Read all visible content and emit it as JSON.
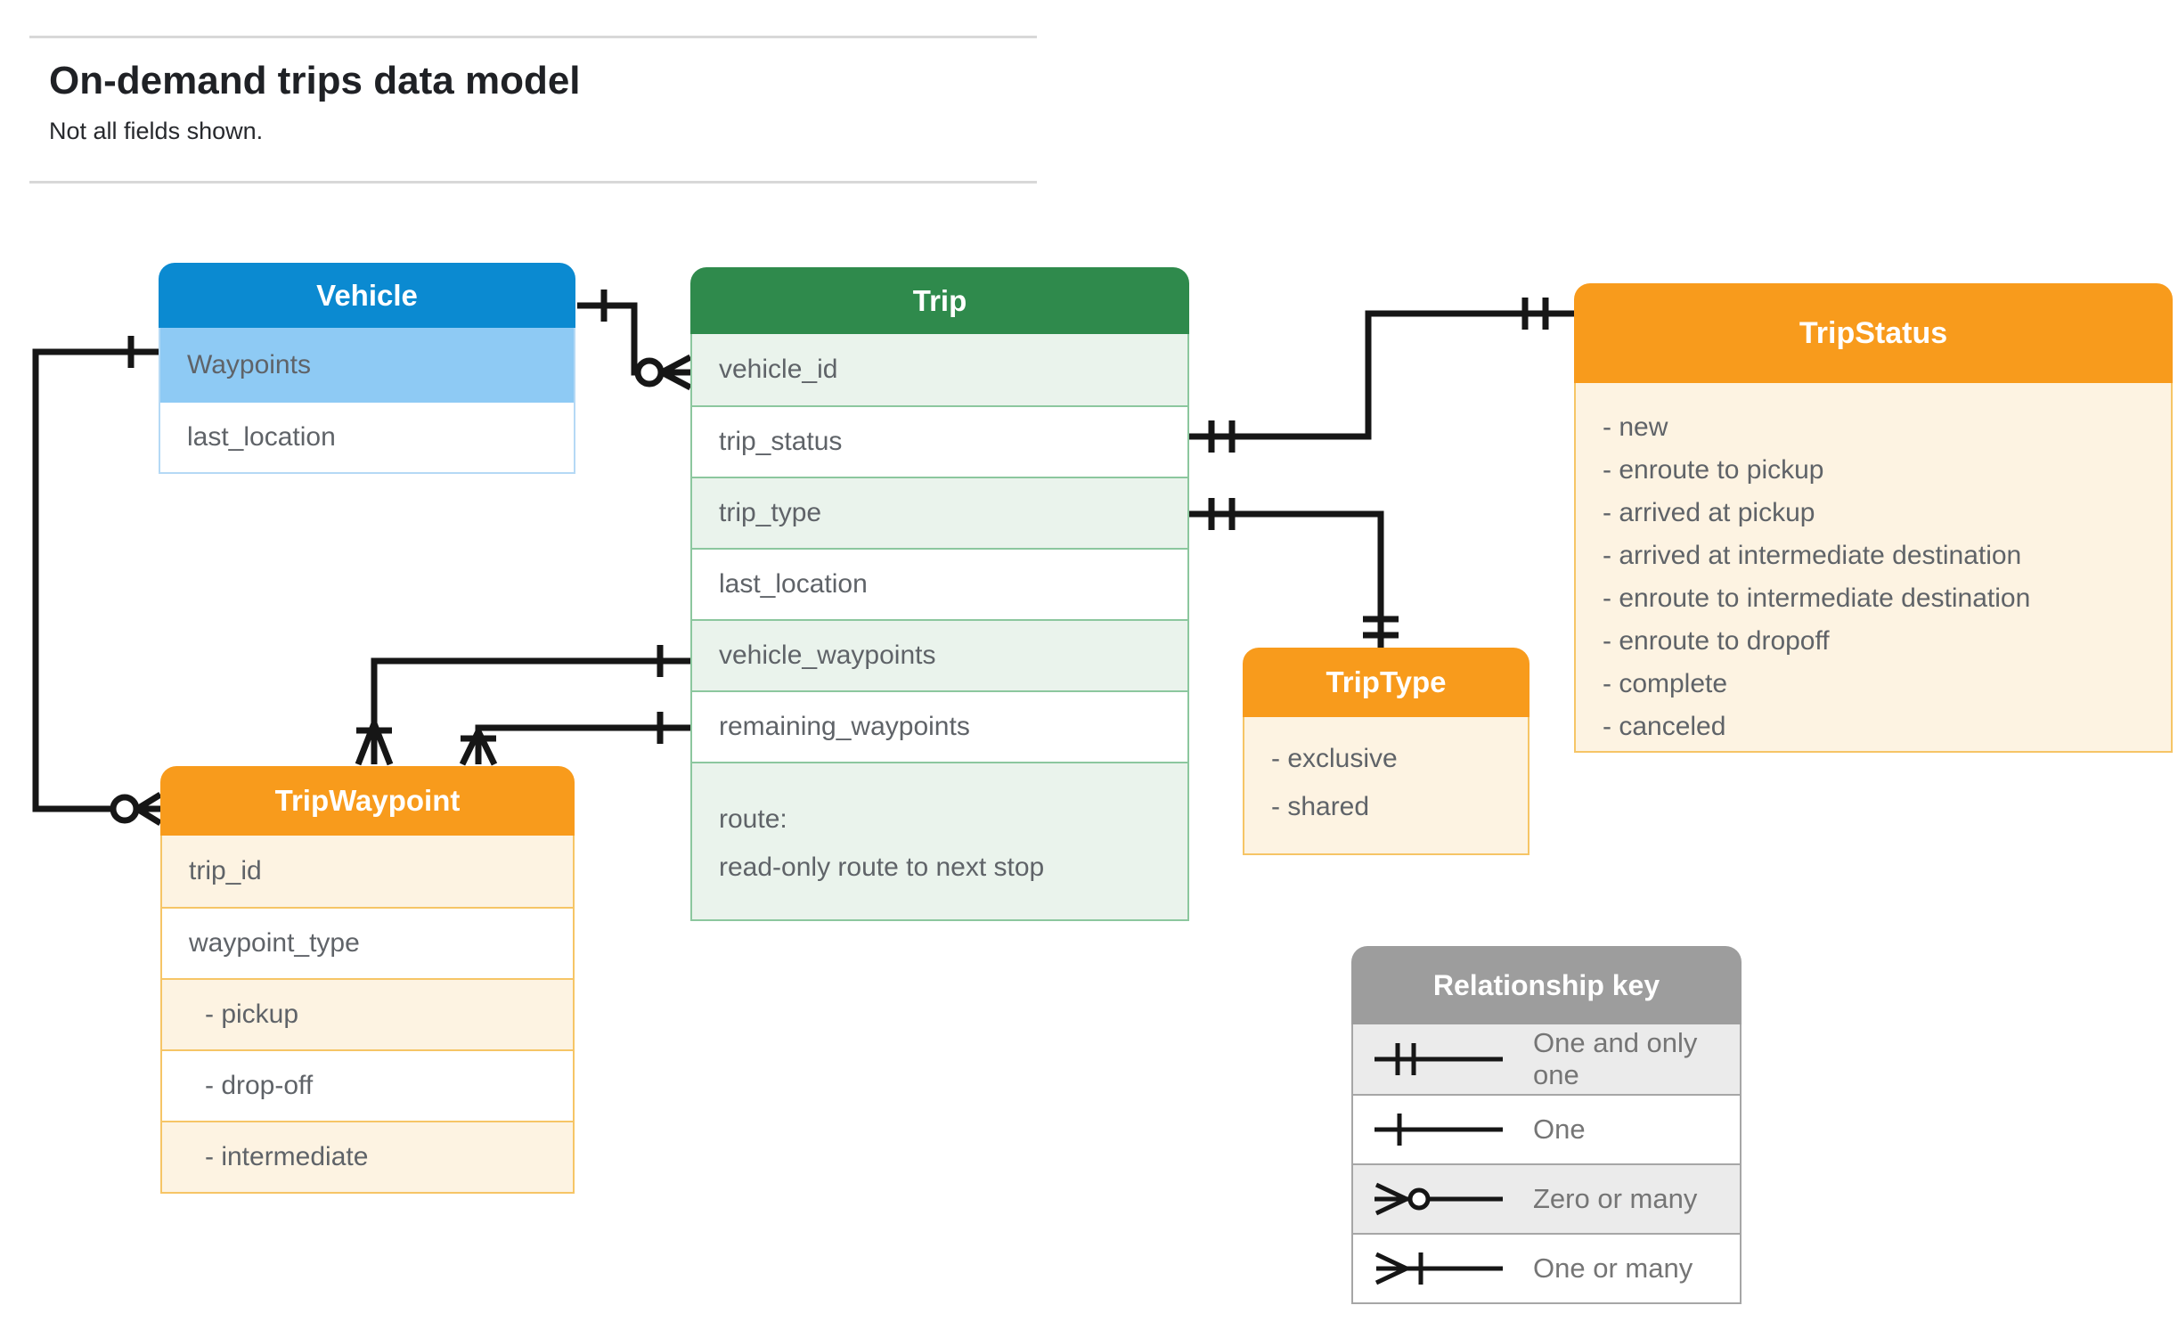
{
  "page": {
    "title": "On-demand trips data model",
    "subtitle": "Not all fields shown."
  },
  "entities": {
    "vehicle": {
      "title": "Vehicle",
      "rows": [
        "Waypoints",
        "last_location"
      ]
    },
    "trip": {
      "title": "Trip",
      "rows": [
        "vehicle_id",
        "trip_status",
        "trip_type",
        "last_location",
        "vehicle_waypoints",
        "remaining_waypoints"
      ],
      "route": {
        "line1": "route:",
        "line2": "read-only route to next stop"
      }
    },
    "trip_status": {
      "title": "TripStatus",
      "values": [
        "- new",
        "- enroute to pickup",
        "- arrived at pickup",
        "- arrived at intermediate destination",
        "- enroute to intermediate destination",
        "- enroute to dropoff",
        "- complete",
        "- canceled"
      ]
    },
    "trip_type": {
      "title": "TripType",
      "values": [
        "- exclusive",
        "- shared"
      ]
    },
    "trip_waypoint": {
      "title": "TripWaypoint",
      "rows": [
        "trip_id",
        "waypoint_type",
        "- pickup",
        "- drop-off",
        "- intermediate"
      ]
    }
  },
  "legend": {
    "title": "Relationship key",
    "rows": [
      {
        "label": "One and only one",
        "symbol": "one-and-only-one"
      },
      {
        "label": "One",
        "symbol": "one"
      },
      {
        "label": "Zero or many",
        "symbol": "zero-or-many"
      },
      {
        "label": "One or many",
        "symbol": "one-or-many"
      }
    ]
  },
  "connectors": [
    {
      "from": "Vehicle",
      "to": "Trip.vehicle_id",
      "from_end": "one",
      "to_end": "zero-or-many"
    },
    {
      "from": "Trip.trip_status",
      "to": "TripStatus",
      "from_end": "one-and-only-one",
      "to_end": "one-and-only-one"
    },
    {
      "from": "Trip.trip_type",
      "to": "TripType",
      "from_end": "one-and-only-one",
      "to_end": "one-and-only-one"
    },
    {
      "from": "Trip.vehicle_waypoints",
      "to": "TripWaypoint",
      "from_end": "one",
      "to_end": "one-or-many"
    },
    {
      "from": "Trip.remaining_waypoints",
      "to": "TripWaypoint",
      "from_end": "one",
      "to_end": "one-or-many"
    },
    {
      "from": "Vehicle.Waypoints",
      "to": "TripWaypoint",
      "from_end": "one",
      "to_end": "zero-or-many"
    }
  ],
  "colors": {
    "vehicle_header": "#0b8ad1",
    "vehicle_row_shaded": "#8ecaf4",
    "trip_header": "#2f8a4c",
    "trip_row_shaded": "#eaf3ec",
    "orange_header": "#f89b1c",
    "orange_row_shaded": "#fdf3e2",
    "legend_header": "#9d9d9d",
    "legend_row_shaded": "#ebebeb",
    "connector": "#161616",
    "text": "#5f6368"
  }
}
